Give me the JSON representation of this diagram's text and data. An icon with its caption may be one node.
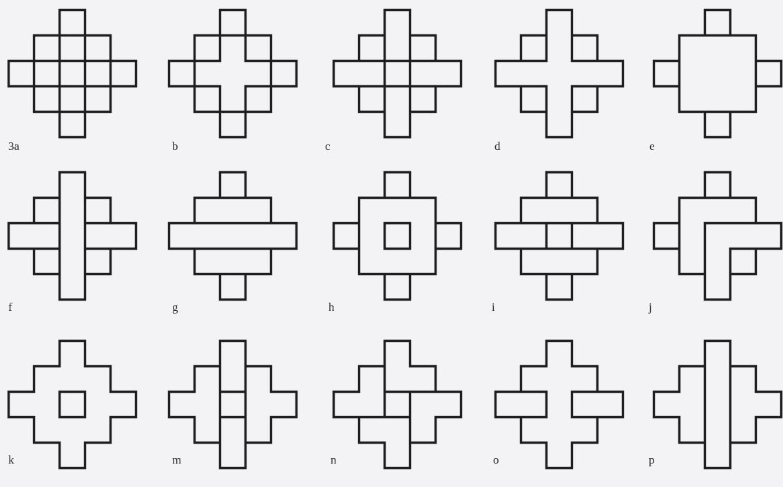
{
  "diagram": {
    "labels": [
      "3a",
      "b",
      "c",
      "d",
      "e",
      "f",
      "g",
      "h",
      "i",
      "j",
      "k",
      "m",
      "n",
      "o",
      "p"
    ]
  }
}
